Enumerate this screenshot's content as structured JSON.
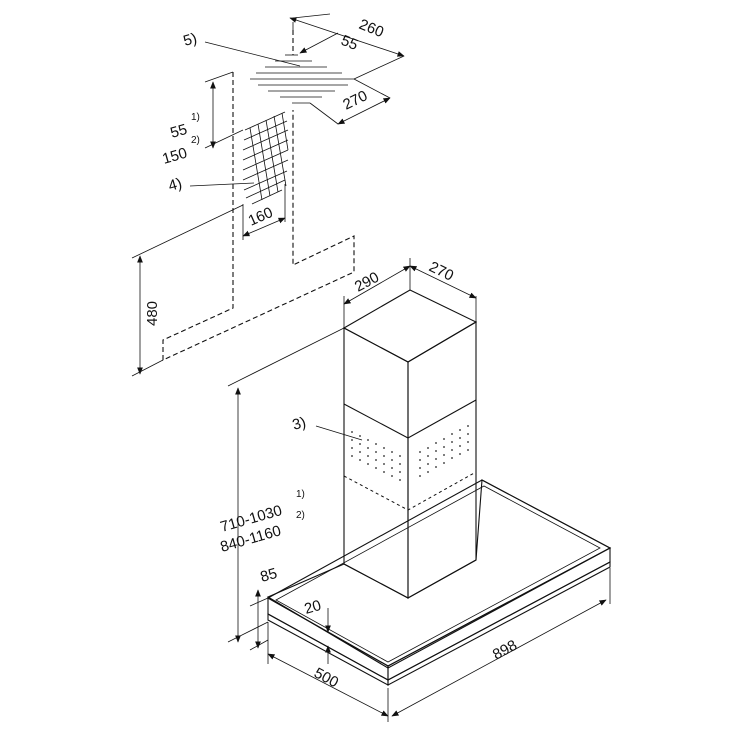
{
  "dimensions": {
    "d260": "260",
    "d55": "55",
    "d270_top": "270",
    "d55_vert": "55",
    "d150_vert": "150",
    "d160": "160",
    "d480": "480",
    "d290": "290",
    "d270_chimney": "270",
    "d710_1030": "710-1030",
    "d840_1160": "840-1160",
    "d85": "85",
    "d20": "20",
    "d500": "500",
    "d898": "898"
  },
  "footnotes": {
    "f1": "1)",
    "f2": "2)"
  },
  "callouts": {
    "c3": "3)",
    "c4": "4)",
    "c5": "5)"
  }
}
